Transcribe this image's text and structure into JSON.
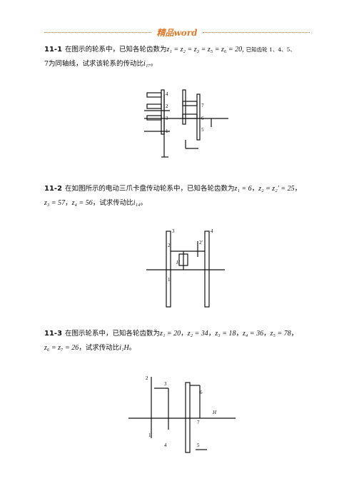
{
  "header": {
    "title": "精品word"
  },
  "problems": [
    {
      "number": "11-1",
      "text_a": "在图示的轮系中，已知各轮齿数为",
      "formula": "z₁ = z₂ = z₃ = z₅ = z₆ = 20,",
      "text_b": "已知齿轮 1、4、5、",
      "text_c": "7为同轴线，试求该轮系的传动比",
      "ratio": "i₁₇",
      "figure_labels": [
        "4",
        "2",
        "3",
        "1",
        "7",
        "6",
        "5"
      ]
    },
    {
      "number": "11-2",
      "text_a": "在如图所示的电动三爪卡盘传动轮系中，已知各轮齿数为",
      "formula_1": "z₁ = 6",
      "sep_1": "，",
      "formula_2": "z₂ = z₂′ = 25",
      "sep_2": "，",
      "formula_3": "z₃ = 57",
      "sep_3": "，",
      "formula_4": "z₄ = 56",
      "text_b": "，试求传动比",
      "ratio": "i₁₄",
      "text_end": "。",
      "figure_labels": [
        "3",
        "4",
        "2",
        "2′",
        "H",
        "1"
      ]
    },
    {
      "number": "11-3",
      "text_a": "在图示轮系中，已知各轮齿数为",
      "formula_1": "z₁ = 20",
      "sep_1": "，",
      "formula_2": "z₂ = 34",
      "sep_2": "，",
      "formula_3": "z₃ = 18",
      "sep_3": "，",
      "formula_4": "z₄ = 36",
      "sep_4": "，",
      "formula_5": "z₅ = 78",
      "sep_5": "，",
      "formula_6": "z₆ = z₇ = 26",
      "text_b": "，试求传动比",
      "ratio": "i₁H",
      "text_end": "。",
      "figure_labels": [
        "2",
        "3",
        "6",
        "H",
        "7",
        "1",
        "4",
        "5"
      ]
    }
  ]
}
